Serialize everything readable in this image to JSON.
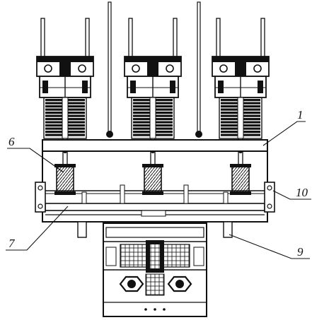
{
  "callouts": [
    {
      "id": "c1",
      "label": "1"
    },
    {
      "id": "c6",
      "label": "6"
    },
    {
      "id": "c10",
      "label": "10"
    },
    {
      "id": "c7",
      "label": "7"
    },
    {
      "id": "c9",
      "label": "9"
    }
  ],
  "poles": [
    "left",
    "center",
    "right"
  ],
  "colors": {
    "line": "#111111",
    "background": "#ffffff"
  }
}
